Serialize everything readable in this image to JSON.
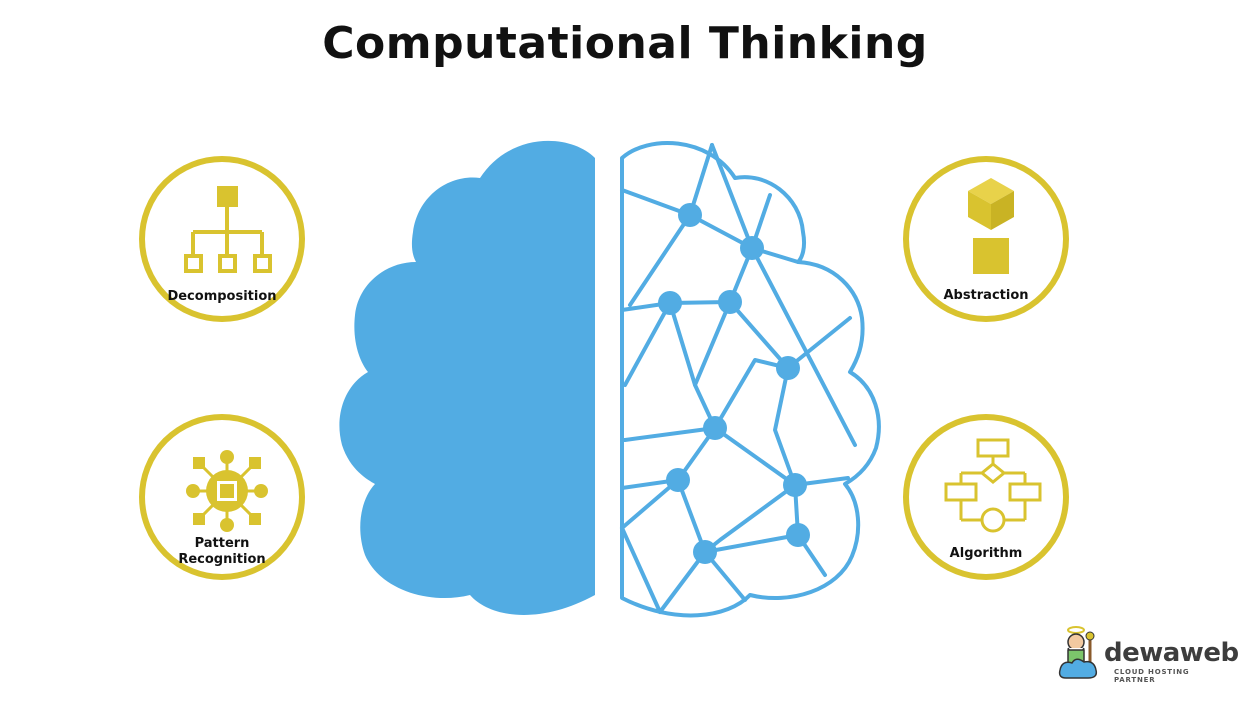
{
  "title": "Computational Thinking",
  "concepts": {
    "decomposition": "Decomposition",
    "pattern_recognition_line1": "Pattern",
    "pattern_recognition_line2": "Recognition",
    "abstraction": "Abstraction",
    "algorithm": "Algorithm"
  },
  "brand": {
    "name": "dewaweb",
    "tagline": "CLOUD HOSTING PARTNER"
  },
  "colors": {
    "brain_blue": "#52ace3",
    "accent_yellow": "#d9c32f",
    "title_text": "#111111"
  },
  "icons": [
    "hierarchy-icon",
    "pattern-network-icon",
    "cube-icon",
    "flowchart-icon",
    "brain-illustration",
    "dewaweb-mascot-logo"
  ]
}
